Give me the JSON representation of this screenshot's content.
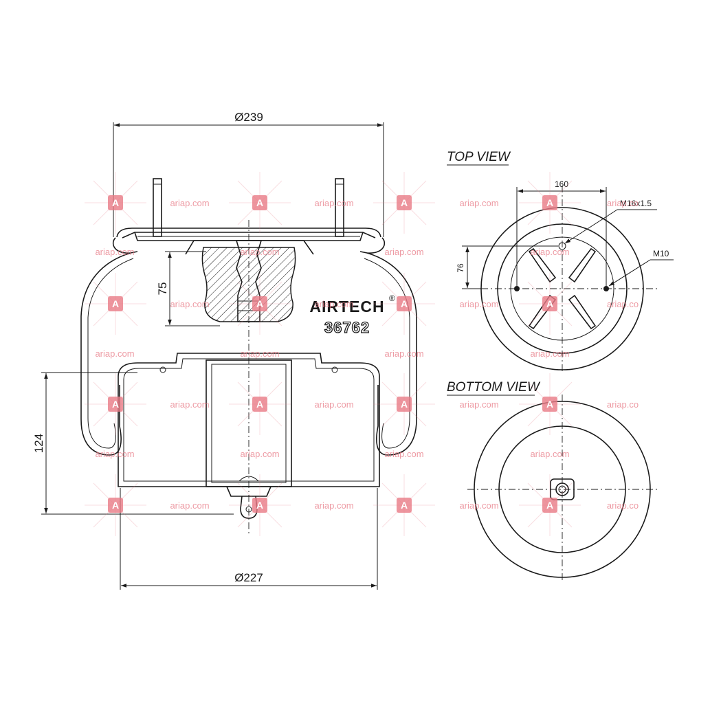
{
  "dimensions": {
    "top_diameter": "Ø239",
    "bottom_diameter": "Ø227",
    "height_75": "75",
    "height_124": "124",
    "bolt_spacing": "160",
    "offset_76": "76",
    "thread_large": "M16x1.5",
    "thread_small": "M10"
  },
  "labels": {
    "top_view": "TOP VIEW",
    "bottom_view": "BOTTOM VIEW",
    "brand": "AIRTECH",
    "part_number": "36762"
  },
  "watermark": {
    "text": "ariap.com",
    "text_cut": "ariap.co",
    "logo_letter": "A",
    "color": "#e87a86"
  }
}
